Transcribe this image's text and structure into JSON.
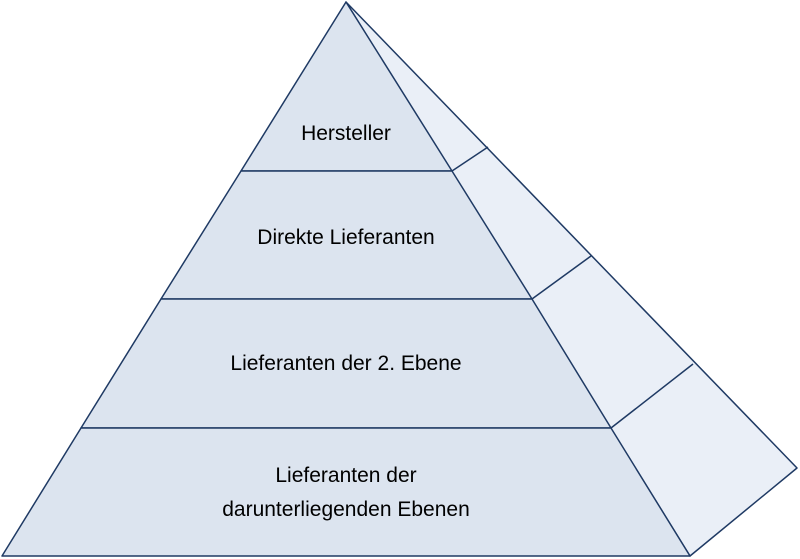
{
  "diagram": {
    "levels": [
      {
        "lines": [
          "Hersteller"
        ]
      },
      {
        "lines": [
          "Direkte Lieferanten"
        ]
      },
      {
        "lines": [
          "Lieferanten der 2. Ebene"
        ]
      },
      {
        "lines": [
          "Lieferanten der",
          "darunterliegenden Ebenen"
        ]
      }
    ]
  },
  "colors": {
    "front_face": "#dce4ef",
    "side_face": "#eaeff7",
    "stroke": "#1f3a64",
    "text": "#000000",
    "background": "#ffffff"
  }
}
